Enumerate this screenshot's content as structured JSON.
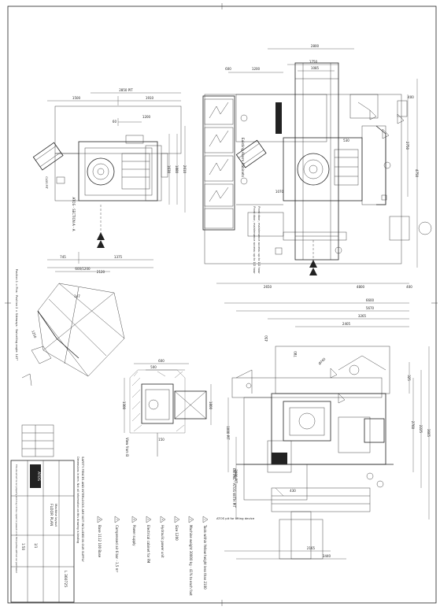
{
  "sheet": {
    "top_view_dims": {
      "overall": "2850 PIT",
      "left": "1500",
      "right": "1910",
      "upper": "1200",
      "small": "60",
      "bottom_a": "745",
      "bottom_b": "1375",
      "bottom_total": "2120",
      "side_a": "1630",
      "side_b": "1880",
      "side_c": "2610"
    },
    "top_view_labels": {
      "section": "ATOS - SECTION A - A",
      "pit": "CLOS PIT"
    },
    "layout_dims": {
      "top": "2800",
      "a": "1750",
      "b": "1085",
      "left1": "600",
      "left2": "1200",
      "right": "400",
      "side": "2750",
      "vert": "4750",
      "bottom_left": "2650",
      "bottom_mid": "4800",
      "bottom_right": "400",
      "mid": "530",
      "hole": "1070"
    },
    "layout_labels": {
      "panel": "Existing Alarm Cabinets",
      "note_1": "Front door, maintenance access: up to 1/2 hour",
      "note_2": "Front door, maintenance access: up to 1/2 hour"
    },
    "side_view_dims": {
      "overall": "6600",
      "a": "5670",
      "b": "3265",
      "c": "2405",
      "small": "325",
      "side1": "2760",
      "side2": "2225",
      "side3": "3665",
      "pit1": "1000 PIT",
      "pit2": "2000 PIT",
      "bottom1": "2165",
      "bottom2": "3440",
      "bottom3": "430",
      "dia": "Ø760",
      "h1": "780",
      "h2": "450"
    },
    "side_view_labels": {
      "detail": "DETAIL - ATOS WITH PIT",
      "pit_for": "ATOS pit for lifting device"
    },
    "rotation_dims": {
      "top": "600/1200",
      "angle": "147",
      "side": "1250"
    },
    "rotation_labels": {
      "notes": "Position 1 = Pins · Position 2 = Sideways · Swivelling angle: 147°"
    },
    "view_b": {
      "dims": {
        "top": "600",
        "mid": "500",
        "side1": "1300",
        "side2": "1800",
        "bottom": "150"
      },
      "label": "View from B"
    },
    "notes": [
      {
        "num": "1",
        "text": "Tools within Yellow height less than 2100"
      },
      {
        "num": "2",
        "text": "Machine weight 30000 kg - 41% to each foot"
      },
      {
        "num": "3",
        "text": "Size 1200"
      },
      {
        "num": "4",
        "text": "Hydraulic power unit"
      },
      {
        "num": "5",
        "text": "Electrical cabinet for FM"
      },
      {
        "num": "6",
        "text": "Power supply"
      },
      {
        "num": "7",
        "text": "Compressed air 6 bar - 1,5 m³"
      },
      {
        "num": "8",
        "text": "Base 1112 100 Base"
      }
    ],
    "disclaimer": {
      "line1": "SAFETY FENCES AND INTERLOCKS ARE NOT INCLUDED IN OUR SUPPLY",
      "line2": "Dimensions in mm. Not all information on this drawing is binding"
    },
    "title_block": {
      "company": "ATOS",
      "title": "FLOOR PLAN",
      "subtitle": "Machine layout",
      "drawing_no": "L 360725",
      "sheet": "1/1",
      "scale": "1:50",
      "fine_print": "This document is our property and may not be copied or passed on to third parties without our permission"
    }
  }
}
